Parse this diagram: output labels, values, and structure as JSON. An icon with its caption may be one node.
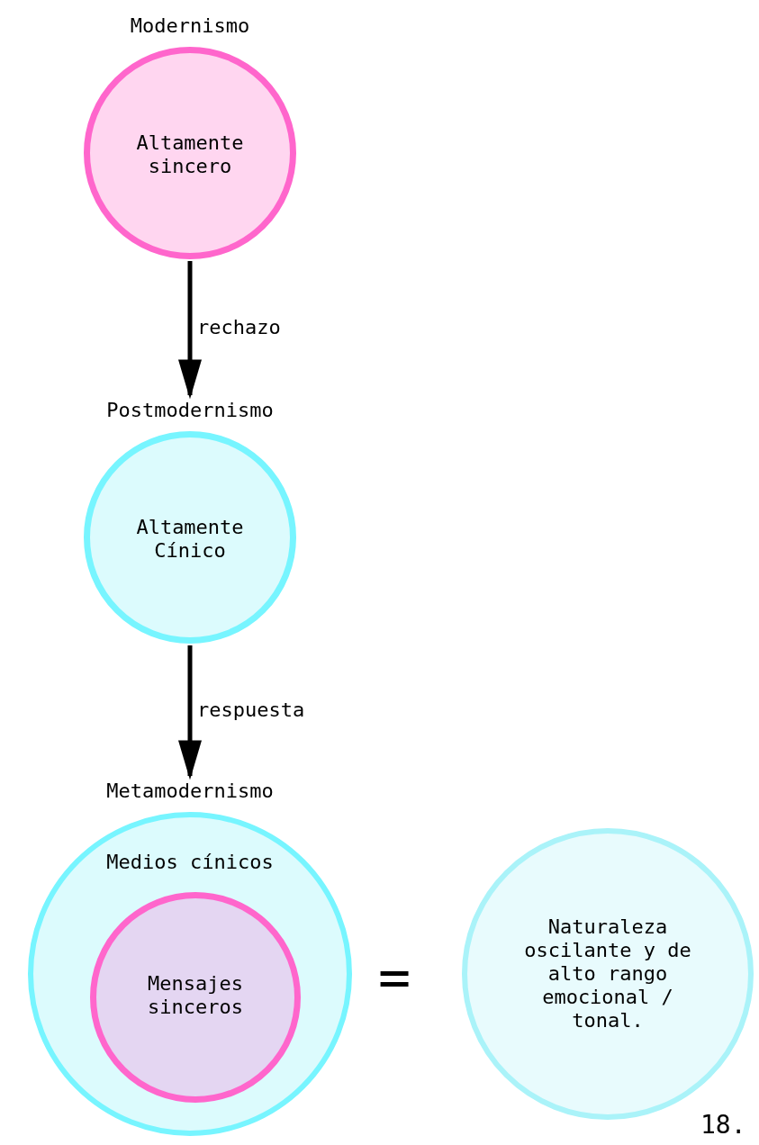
{
  "diagram": {
    "nodes": [
      {
        "text": [
          "Modernismo",
          "Altamente sincero"
        ]
      },
      {
        "text": [
          "Postmodernismo",
          "Altamente Cínico"
        ]
      },
      {
        "text": [
          "Metamodernismo",
          "Medios cínicos"
        ]
      },
      {
        "text": [
          "Mensajes sinceros"
        ],
        "in": 2
      },
      {
        "text": [
          "Naturaleza oscilante y de alto rango emocional / tonal."
        ]
      }
    ],
    "edges": [
      {
        "from": 0,
        "to": 1,
        "arrow": "to",
        "label": "rechazo"
      },
      {
        "from": 1,
        "to": 2,
        "arrow": "to",
        "label": "respuesta"
      }
    ],
    "labels": [
      "=",
      "18."
    ]
  }
}
